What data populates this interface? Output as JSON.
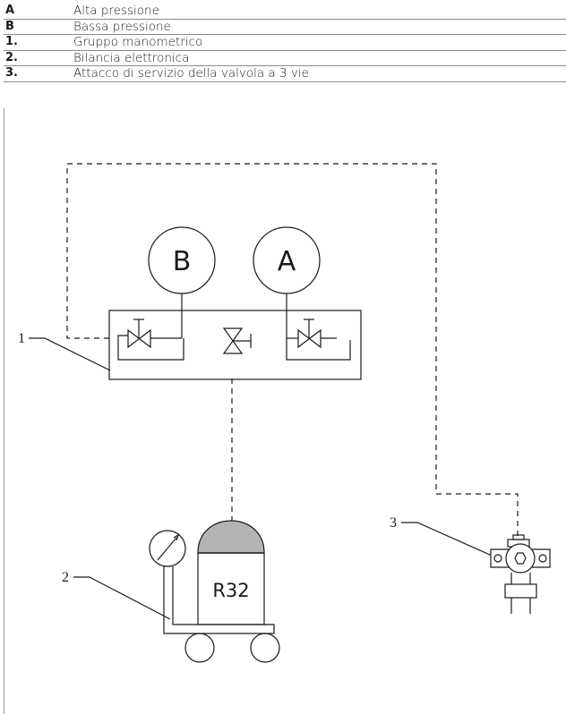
{
  "legend": [
    {
      "key": "A",
      "text": "Alta pressione"
    },
    {
      "key": "B",
      "text": "Bassa pressione"
    },
    {
      "key": "1.",
      "text": "Gruppo manometrico"
    },
    {
      "key": "2.",
      "text": "Bilancia elettronica"
    },
    {
      "key": "3.",
      "text": "Attacco di servizio della valvola a 3 vie"
    }
  ],
  "diagram": {
    "gauge_b": "B",
    "gauge_a": "A",
    "cylinder_label": "R32",
    "callout_1": "1",
    "callout_2": "2",
    "callout_3": "3"
  }
}
